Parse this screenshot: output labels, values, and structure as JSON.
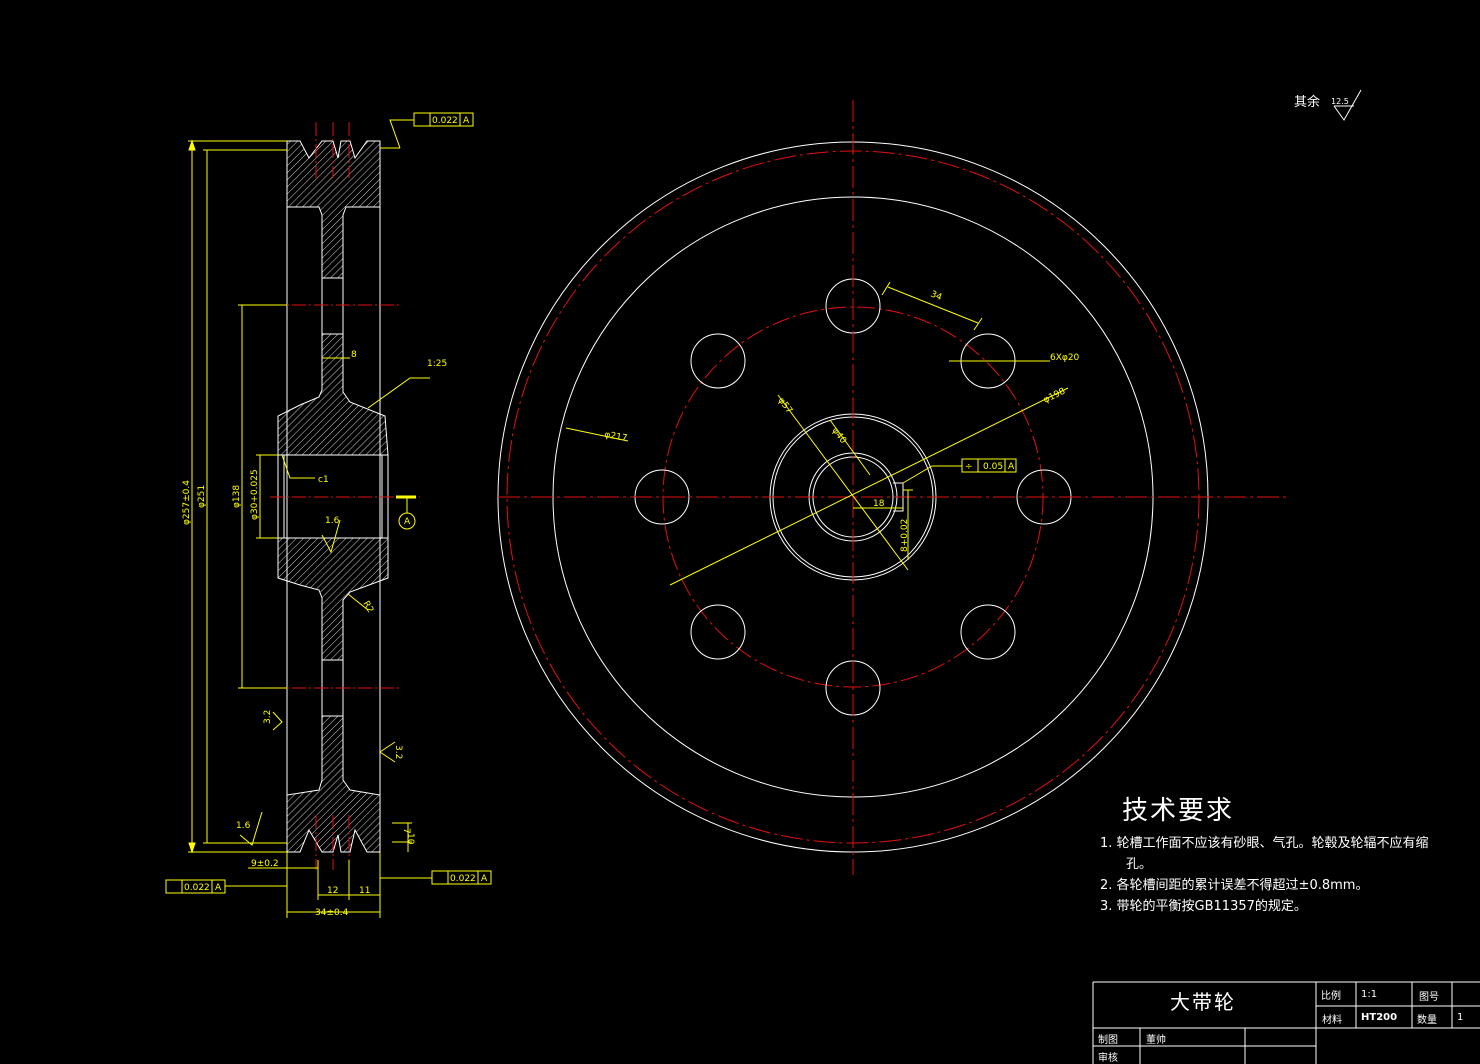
{
  "surface_finish": {
    "label": "其余",
    "value": "12.5"
  },
  "side_view_dims": {
    "tol_frame_top": {
      "value": "0.022",
      "datum": "A"
    },
    "tol_frame_left": {
      "value": "0.022",
      "datum": "A"
    },
    "tol_frame_right": {
      "value": "0.022",
      "datum": "A"
    },
    "dia_outer": "φ257±0.4",
    "dia_251": "φ251",
    "dia_138": "φ138",
    "dia_bore": "φ30+0.025",
    "web": "8",
    "taper": "1:25",
    "chamfer": "c1",
    "rough_bore": "1.6",
    "fillet": "R2",
    "rough_left": "3.2",
    "rough_right": "3.2",
    "rough_groove": "1.6",
    "groove_depth": "7",
    "groove_height": "10",
    "groove_offset": "9±0.2",
    "pitch": "12",
    "side": "11",
    "width": "34±0.4",
    "datum": "A"
  },
  "front_view_dims": {
    "hole_center_dist": "34",
    "holes": "6Xφ20",
    "dia_198": "φ198",
    "dia_217": "φ217",
    "dia_57": "φ57",
    "dia_40": "φ40",
    "sym_tol": {
      "value": "0.05",
      "datum": "A"
    },
    "keyway_width": "18",
    "keyway_depth": "8+0.02"
  },
  "tech_requirements": {
    "title": "技术要求",
    "items": [
      {
        "num": "1.",
        "text": "轮槽工作面不应该有砂眼、气孔。轮毂及轮辐不应有缩",
        "cont": "孔。"
      },
      {
        "num": "2.",
        "text": "各轮槽间距的累计误差不得超过±0.8mm。"
      },
      {
        "num": "3.",
        "text": "带轮的平衡按GB11357的规定。"
      }
    ]
  },
  "title_block": {
    "part_name": "大带轮",
    "scale_label": "比例",
    "scale_value": "1:1",
    "drawing_no_label": "图号",
    "material_label": "材料",
    "material_value": "HT200",
    "qty_label": "数量",
    "qty_value": "1",
    "drawn_label": "制图",
    "drawn_value": "董帅",
    "checked_label": "审核"
  }
}
